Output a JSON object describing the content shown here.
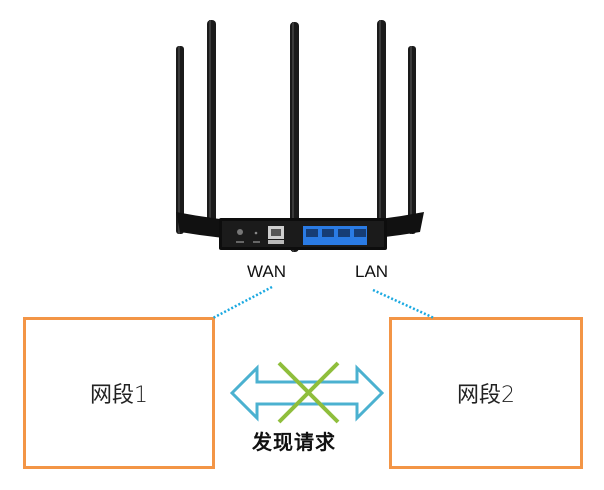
{
  "diagram": {
    "router": {
      "icon": "wireless-router-rear",
      "antenna_count": 5,
      "lan_port_count": 4,
      "colors": {
        "body": "#141414",
        "lan_ports": "#2a7be4"
      }
    },
    "ports": {
      "wan_label": "WAN",
      "lan_label": "LAN"
    },
    "segments": {
      "left": {
        "label": "网段1"
      },
      "right": {
        "label": "网段2"
      },
      "border_color": "#f39546"
    },
    "request": {
      "label": "发现请求",
      "arrow_icon": "double-headed-arrow",
      "blocked_icon": "x-cross",
      "arrow_color": "#4bb1d0",
      "cross_color": "#8fbe3c"
    },
    "connector_color": "#1ba9e1"
  }
}
